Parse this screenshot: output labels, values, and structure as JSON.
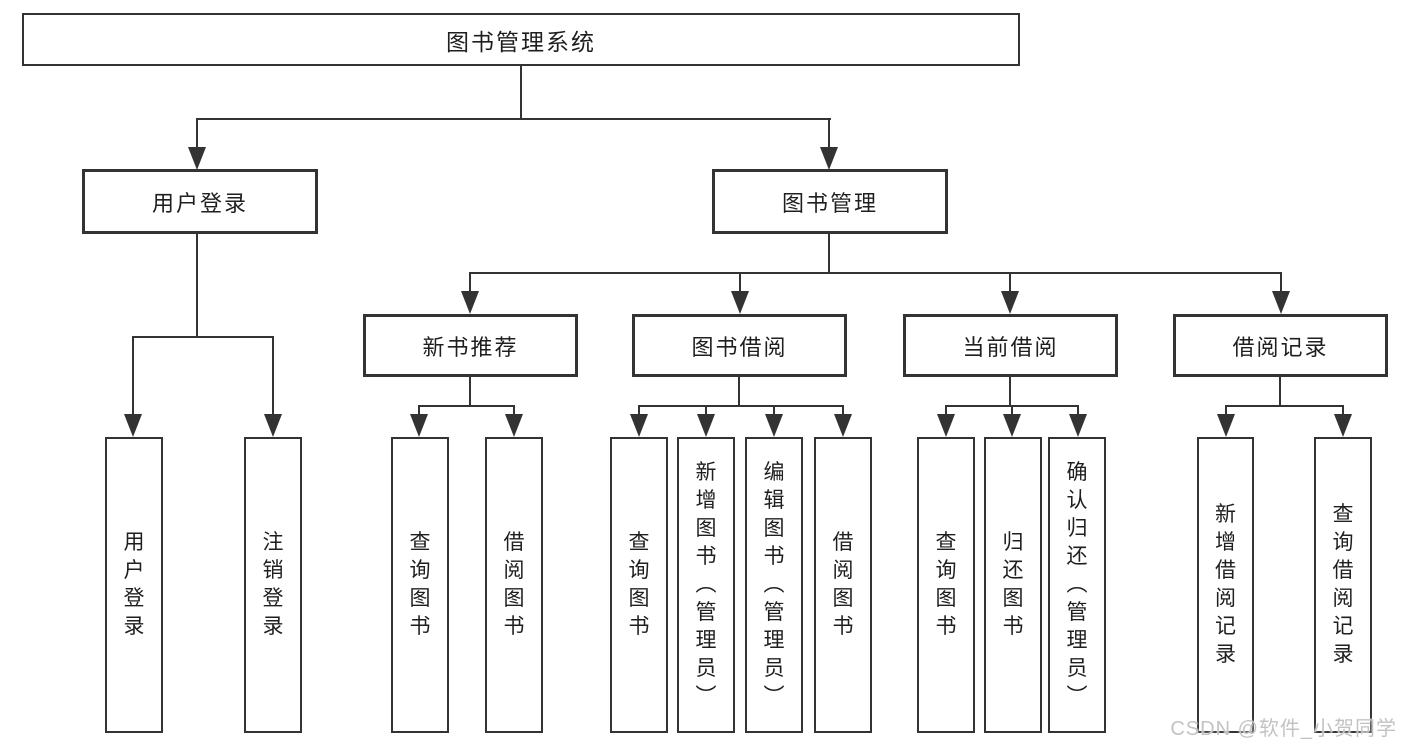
{
  "tree": {
    "label": "图书管理系统",
    "children": [
      {
        "label": "用户登录",
        "children": [
          {
            "label": "用户登录"
          },
          {
            "label": "注销登录"
          }
        ]
      },
      {
        "label": "图书管理",
        "children": [
          {
            "label": "新书推荐",
            "children": [
              {
                "label": "查询图书"
              },
              {
                "label": "借阅图书"
              }
            ]
          },
          {
            "label": "图书借阅",
            "children": [
              {
                "label": "查询图书"
              },
              {
                "label": "新增图书（管理员）"
              },
              {
                "label": "编辑图书（管理员）"
              },
              {
                "label": "借阅图书"
              }
            ]
          },
          {
            "label": "当前借阅",
            "children": [
              {
                "label": "查询图书"
              },
              {
                "label": "归还图书"
              },
              {
                "label": "确认归还（管理员）"
              }
            ]
          },
          {
            "label": "借阅记录",
            "children": [
              {
                "label": "新增借阅记录"
              },
              {
                "label": "查询借阅记录"
              }
            ]
          }
        ]
      }
    ]
  },
  "watermark": {
    "text": "CSDN @软件_小贺同学"
  },
  "colors": {
    "line": "#333333",
    "background": "#ffffff",
    "watermark": "#c3c3c3"
  }
}
